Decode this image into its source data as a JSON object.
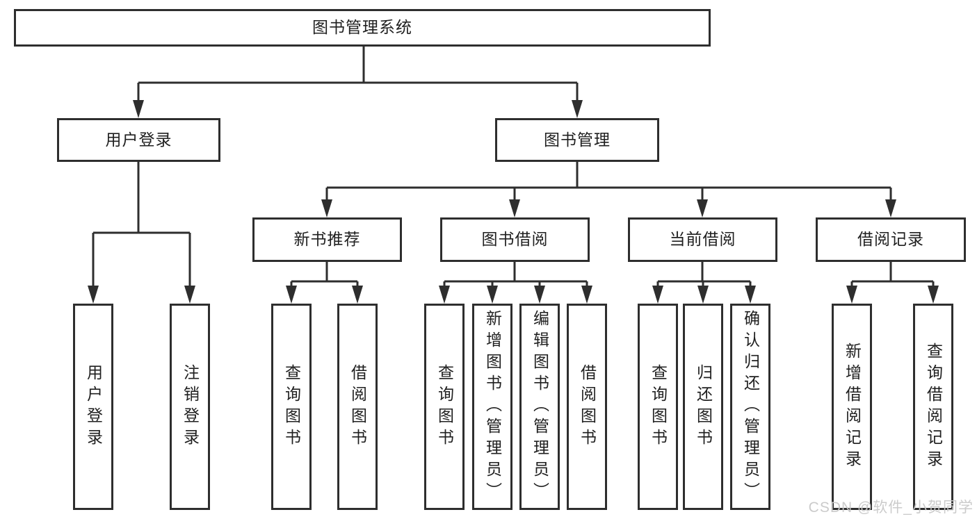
{
  "diagram_title": "图书管理系统",
  "tree": {
    "root": {
      "label": "图书管理系统"
    },
    "branches": [
      {
        "label": "用户登录",
        "children": [
          {
            "label": "用户登录"
          },
          {
            "label": "注销登录"
          }
        ]
      },
      {
        "label": "图书管理",
        "children": [
          {
            "label": "新书推荐",
            "children": [
              {
                "label": "查询图书"
              },
              {
                "label": "借阅图书"
              }
            ]
          },
          {
            "label": "图书借阅",
            "children": [
              {
                "label": "查询图书"
              },
              {
                "label": "新增图书（管理员）"
              },
              {
                "label": "编辑图书（管理员）"
              },
              {
                "label": "借阅图书"
              }
            ]
          },
          {
            "label": "当前借阅",
            "children": [
              {
                "label": "查询图书"
              },
              {
                "label": "归还图书"
              },
              {
                "label": "确认归还（管理员）"
              }
            ]
          },
          {
            "label": "借阅记录",
            "children": [
              {
                "label": "新增借阅记录"
              },
              {
                "label": "查询借阅记录"
              }
            ]
          }
        ]
      }
    ]
  },
  "watermark": {
    "text": "CSDN @软件_小贺同学"
  },
  "colors": {
    "line": "#2e2e2e",
    "box_border": "#2e2e2e",
    "text": "#1f1f1f",
    "watermark": "#c9c9c9",
    "background": "#ffffff"
  }
}
